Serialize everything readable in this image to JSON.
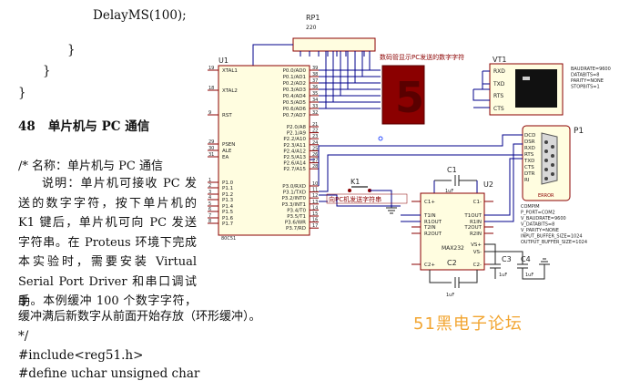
{
  "code_top": {
    "delay_line": "DelayMS(100);",
    "brace1": "}",
    "brace2": "}",
    "brace3": "}"
  },
  "section": {
    "number": "48",
    "title": "单片机与 PC 通信"
  },
  "body_lines": [
    "/*    名称：单片机与 PC 通信",
    "说明：单片机可接收 PC 发",
    "送的数字字符，按下单片机的",
    "K1 键后，单片机可向 PC 发送",
    "字符串。在 Proteus 环境下完成",
    "本实验时，需要安装 Virtual",
    "Serial Port Driver 和串口调试助",
    "手。本例缓冲 100 个数字字符，",
    "缓冲满后新数字从前面开始存放（环形缓冲）。",
    "*/",
    "#include<reg51.h>",
    "#define uchar unsigned char"
  ],
  "schematic": {
    "rp1_label": "RP1",
    "rp1_value": "220",
    "u1_label": "U1",
    "u1_part": "80C51",
    "u1_left_pins": [
      "XTAL1",
      "XTAL2",
      "RST",
      "PSEN",
      "ALE",
      "EA",
      "P1.0",
      "P1.1",
      "P1.2",
      "P1.3",
      "P1.4",
      "P1.5",
      "P1.6",
      "P1.7"
    ],
    "u1_left_nums": [
      "19",
      "18",
      "9",
      "29",
      "30",
      "31",
      "1",
      "2",
      "3",
      "4",
      "5",
      "6",
      "7",
      "8"
    ],
    "u1_right_pins_top": [
      "P0.0/AD0",
      "P0.1/AD1",
      "P0.2/AD2",
      "P0.3/AD3",
      "P0.4/AD4",
      "P0.5/AD5",
      "P0.6/AD6",
      "P0.7/AD7"
    ],
    "u1_right_nums_top": [
      "39",
      "38",
      "37",
      "36",
      "35",
      "34",
      "33",
      "32"
    ],
    "u1_right_pins_mid": [
      "P2.0/A8",
      "P2.1/A9",
      "P2.2/A10",
      "P2.3/A11",
      "P2.4/A12",
      "P2.5/A13",
      "P2.6/A14",
      "P2.7/A15"
    ],
    "u1_right_nums_mid": [
      "21",
      "22",
      "23",
      "24",
      "25",
      "26",
      "27",
      "28"
    ],
    "u1_right_pins_bot": [
      "P3.0/RXD",
      "P3.1/TXD",
      "P3.2/INT0",
      "P3.3/INT1",
      "P3.4/T0",
      "P3.5/T1",
      "P3.6/WR",
      "P3.7/RD"
    ],
    "u1_right_nums_bot": [
      "10",
      "11",
      "12",
      "13",
      "14",
      "15",
      "16",
      "17"
    ],
    "display_caption": "数码管显示PC发送的数字字符",
    "digit": "5",
    "vt1_label": "VT1",
    "vt1_pins": [
      "RXD",
      "TXD",
      "RTS",
      "CTS"
    ],
    "vt1_props": [
      "BAUDRATE=9600",
      "DATABITS=8",
      "PARITY=NONE",
      "STOPBITS=1"
    ],
    "p1_label": "P1",
    "p1_pins": [
      "DCD",
      "DSR",
      "RXD",
      "RTS",
      "TXD",
      "CTS",
      "DTR",
      "RI"
    ],
    "p1_error": "ERROR",
    "compim_props": [
      "COMPIM",
      "P_PORT=COM2",
      "V_BAUDRATE=9600",
      "V_DATABITS=8",
      "V_PARITY=NONE",
      "INPUT_BUFFER_SIZE=1024",
      "OUTPUT_BUFFER_SIZE=1024"
    ],
    "k1_label": "K1",
    "k1_caption": "向PC机发送字符串",
    "c1_label": "C1",
    "c1_value": "1uF",
    "u2_label": "U2",
    "u2_part": "MAX232",
    "u2_left_pins": [
      "C1+",
      "T1IN",
      "R1OUT",
      "T2IN",
      "R2OUT",
      "C2+"
    ],
    "u2_right_pins": [
      "C1-",
      "T1OUT",
      "R1IN",
      "T2OUT",
      "R2IN",
      "VS+",
      "VS-",
      "C2-"
    ],
    "c2_label": "C2",
    "c2_value": "1uF",
    "c3_label": "C3",
    "c3_value": "1uF",
    "c4_label": "C4",
    "c4_value": "1uF"
  },
  "watermark": "51黑电子论坛",
  "colors": {
    "wire": "#00008b",
    "part_fill": "#fffde0",
    "part_stroke": "#8b0000",
    "pin": "#8b0000",
    "display": "#8b0000",
    "watermark": "#f2a531"
  }
}
